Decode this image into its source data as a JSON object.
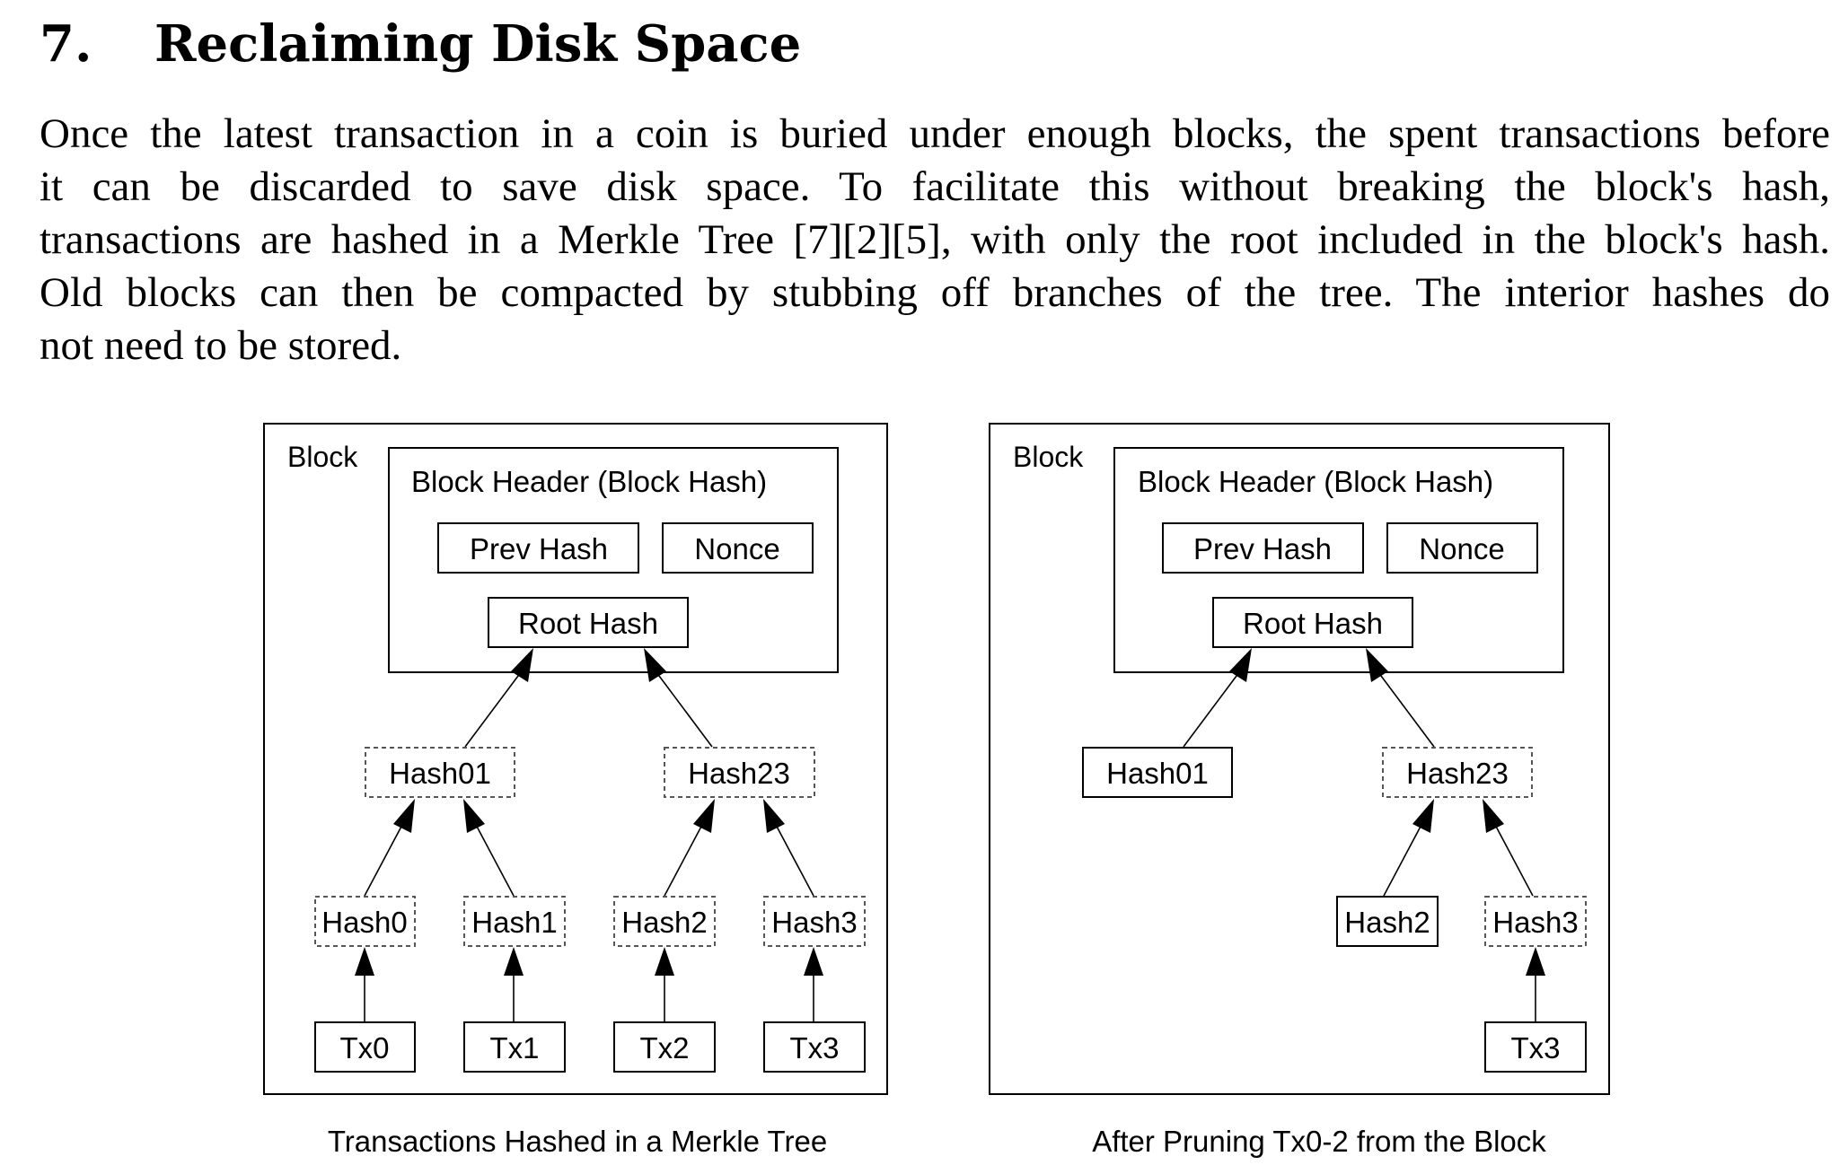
{
  "section": {
    "number": "7.",
    "title": "Reclaiming Disk Space"
  },
  "paragraph": [
    "Once the latest transaction in a coin is buried under enough blocks, the spent transactions before",
    "it can be discarded to save disk space.  To facilitate this without breaking the block's hash,",
    "transactions are hashed in a Merkle Tree [7][2][5], with only the root included in the block's hash.",
    "Old blocks can then be compacted by stubbing off branches of the tree.  The interior hashes do",
    "not need to be stored."
  ],
  "figures": [
    {
      "block_label": "Block",
      "header_label": "Block Header (Block Hash)",
      "prev_hash": "Prev Hash",
      "nonce": "Nonce",
      "root_hash": "Root Hash",
      "nodes": {
        "hash01": "Hash01",
        "hash23": "Hash23",
        "hash0": "Hash0",
        "hash1": "Hash1",
        "hash2": "Hash2",
        "hash3": "Hash3",
        "tx0": "Tx0",
        "tx1": "Tx1",
        "tx2": "Tx2",
        "tx3": "Tx3"
      },
      "caption": "Transactions Hashed in a Merkle Tree"
    },
    {
      "block_label": "Block",
      "header_label": "Block Header (Block Hash)",
      "prev_hash": "Prev Hash",
      "nonce": "Nonce",
      "root_hash": "Root Hash",
      "nodes": {
        "hash01": "Hash01",
        "hash23": "Hash23",
        "hash2": "Hash2",
        "hash3": "Hash3",
        "tx3": "Tx3"
      },
      "caption": "After Pruning Tx0-2 from the Block"
    }
  ]
}
